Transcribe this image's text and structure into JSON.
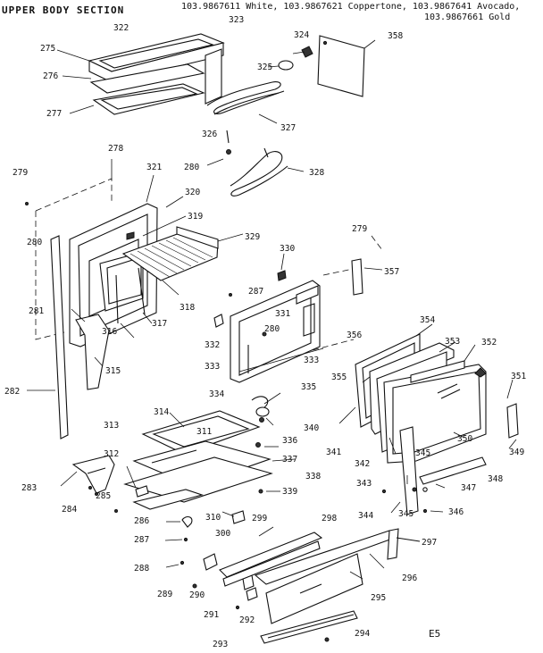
{
  "header": {
    "title": "UPPER BODY SECTION",
    "models_line1": "103.9867611 White, 103.9867621 Coppertone, 103.9867641 Avocado,",
    "models_line2": "103.9867661 Gold"
  },
  "footer": {
    "page_code": "E5"
  },
  "labels": [
    "322",
    "323",
    "324",
    "358",
    "275",
    "276",
    "325",
    "277",
    "327",
    "326",
    "280",
    "328",
    "278",
    "321",
    "279",
    "320",
    "319",
    "329",
    "280",
    "330",
    "279",
    "318",
    "287",
    "357",
    "331",
    "332",
    "280",
    "356",
    "281",
    "316",
    "317",
    "333",
    "333",
    "354",
    "353",
    "352",
    "315",
    "355",
    "351",
    "282",
    "334",
    "335",
    "314",
    "311",
    "340",
    "336",
    "313",
    "337",
    "341",
    "345",
    "350",
    "349",
    "312",
    "338",
    "342",
    "348",
    "283",
    "339",
    "343",
    "347",
    "285",
    "284",
    "345",
    "346",
    "344",
    "286",
    "310",
    "299",
    "298",
    "300",
    "297",
    "287",
    "296",
    "288",
    "295",
    "289",
    "290",
    "291",
    "292",
    "293",
    "294"
  ]
}
